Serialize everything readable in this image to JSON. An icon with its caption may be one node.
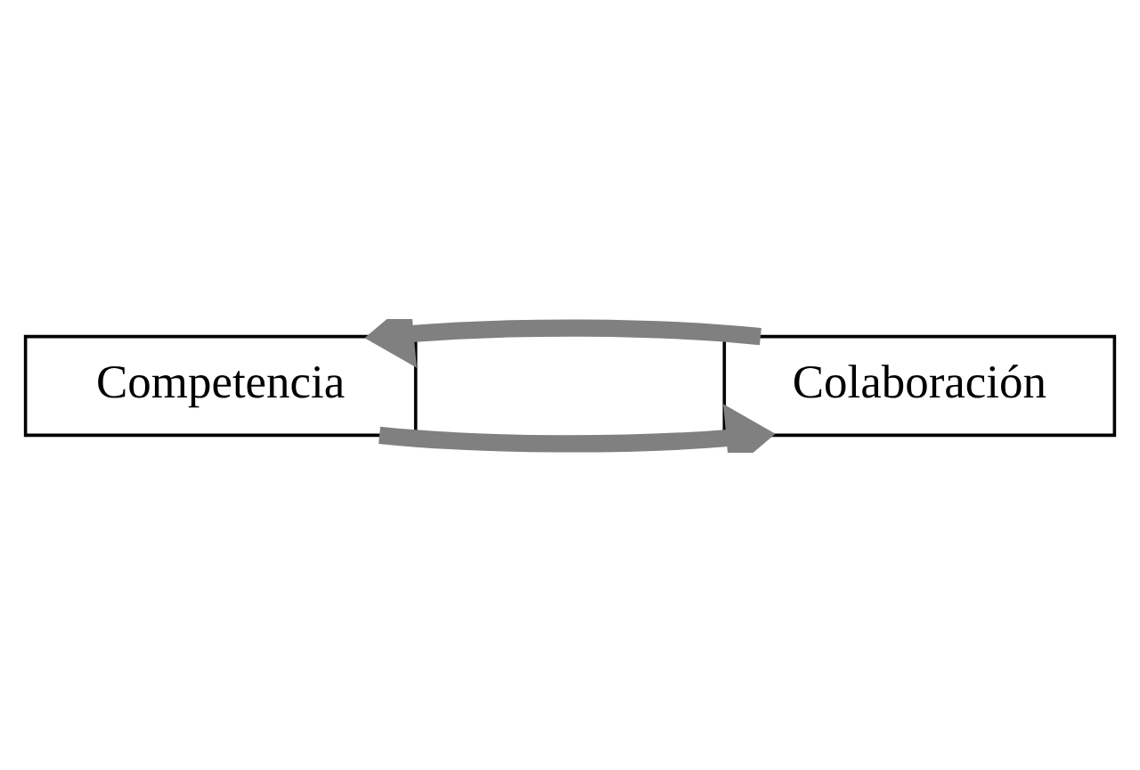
{
  "diagram": {
    "nodes": [
      {
        "text": [
          "Competencia"
        ]
      },
      {
        "text": [
          "Colaboración"
        ]
      }
    ],
    "edges": [
      {
        "from": 0,
        "to": 1,
        "arrow": "to"
      },
      {
        "from": 1,
        "to": 0,
        "arrow": "to"
      }
    ]
  }
}
